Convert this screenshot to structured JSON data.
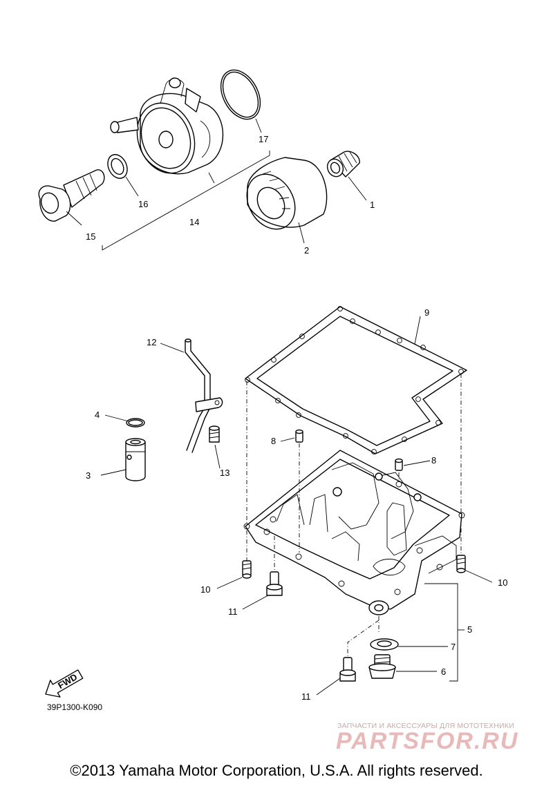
{
  "diagram": {
    "callouts": {
      "c1": "1",
      "c2": "2",
      "c3": "3",
      "c4": "4",
      "c5": "5",
      "c6": "6",
      "c7": "7",
      "c8a": "8",
      "c8b": "8",
      "c9": "9",
      "c10a": "10",
      "c10b": "10",
      "c11a": "11",
      "c11b": "11",
      "c12": "12",
      "c13": "13",
      "c14": "14",
      "c15": "15",
      "c16": "16",
      "c17": "17"
    },
    "direction_arrow": "FWD",
    "code": "39P1300-K090"
  },
  "watermark": {
    "tagline": "ЗАПЧАСТИ И АКСЕССУАРЫ ДЛЯ МОТОТЕХНИКИ",
    "logo": "PARTSFOR.RU"
  },
  "footer": {
    "copyright": "©2013 Yamaha Motor Corporation, U.S.A. All rights reserved."
  }
}
